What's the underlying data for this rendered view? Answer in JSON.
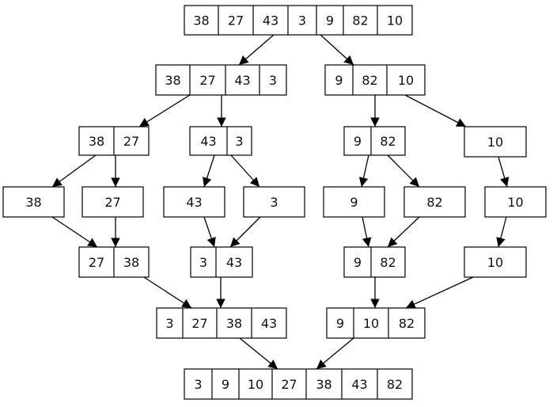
{
  "diagram": {
    "type": "merge-sort-tree",
    "line_color": "#000000",
    "box_fill": "#ffffff",
    "nodes": [
      {
        "id": "root",
        "values": [
          "38",
          "27",
          "43",
          "3",
          "9",
          "82",
          "10"
        ]
      },
      {
        "id": "split-left",
        "values": [
          "38",
          "27",
          "43",
          "3"
        ]
      },
      {
        "id": "split-right",
        "values": [
          "9",
          "82",
          "10"
        ]
      },
      {
        "id": "split-ll",
        "values": [
          "38",
          "27"
        ]
      },
      {
        "id": "split-lr",
        "values": [
          "43",
          "3"
        ]
      },
      {
        "id": "split-rl",
        "values": [
          "9",
          "82"
        ]
      },
      {
        "id": "split-rr",
        "values": [
          "10"
        ]
      },
      {
        "id": "leaf-38",
        "values": [
          "38"
        ]
      },
      {
        "id": "leaf-27",
        "values": [
          "27"
        ]
      },
      {
        "id": "leaf-43",
        "values": [
          "43"
        ]
      },
      {
        "id": "leaf-3",
        "values": [
          "3"
        ]
      },
      {
        "id": "leaf-9",
        "values": [
          "9"
        ]
      },
      {
        "id": "leaf-82",
        "values": [
          "82"
        ]
      },
      {
        "id": "leaf-10",
        "values": [
          "10"
        ]
      },
      {
        "id": "merge-ll",
        "values": [
          "27",
          "38"
        ]
      },
      {
        "id": "merge-lr",
        "values": [
          "3",
          "43"
        ]
      },
      {
        "id": "merge-rl",
        "values": [
          "9",
          "82"
        ]
      },
      {
        "id": "merge-rr",
        "values": [
          "10"
        ]
      },
      {
        "id": "merge-left",
        "values": [
          "3",
          "27",
          "38",
          "43"
        ]
      },
      {
        "id": "merge-right",
        "values": [
          "9",
          "10",
          "82"
        ]
      },
      {
        "id": "sorted",
        "values": [
          "3",
          "9",
          "10",
          "27",
          "38",
          "43",
          "82"
        ]
      }
    ],
    "edges": [
      [
        "root",
        "split-left"
      ],
      [
        "root",
        "split-right"
      ],
      [
        "split-left",
        "split-ll"
      ],
      [
        "split-left",
        "split-lr"
      ],
      [
        "split-right",
        "split-rl"
      ],
      [
        "split-right",
        "split-rr"
      ],
      [
        "split-ll",
        "leaf-38"
      ],
      [
        "split-ll",
        "leaf-27"
      ],
      [
        "split-lr",
        "leaf-43"
      ],
      [
        "split-lr",
        "leaf-3"
      ],
      [
        "split-rl",
        "leaf-9"
      ],
      [
        "split-rl",
        "leaf-82"
      ],
      [
        "split-rr",
        "leaf-10"
      ],
      [
        "leaf-38",
        "merge-ll"
      ],
      [
        "leaf-27",
        "merge-ll"
      ],
      [
        "leaf-43",
        "merge-lr"
      ],
      [
        "leaf-3",
        "merge-lr"
      ],
      [
        "leaf-9",
        "merge-rl"
      ],
      [
        "leaf-82",
        "merge-rl"
      ],
      [
        "leaf-10",
        "merge-rr"
      ],
      [
        "merge-ll",
        "merge-left"
      ],
      [
        "merge-lr",
        "merge-left"
      ],
      [
        "merge-rl",
        "merge-right"
      ],
      [
        "merge-rr",
        "merge-right"
      ],
      [
        "merge-left",
        "sorted"
      ],
      [
        "merge-right",
        "sorted"
      ]
    ]
  }
}
